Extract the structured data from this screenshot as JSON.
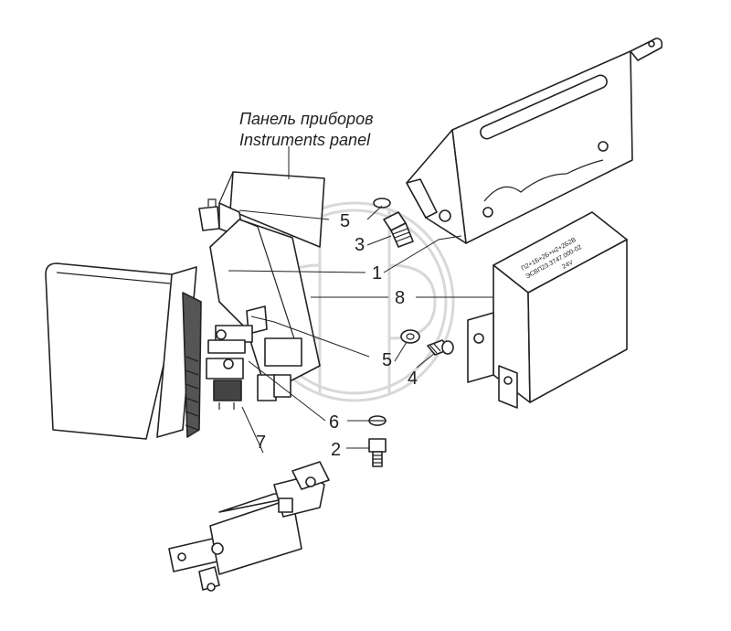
{
  "caption": {
    "line_ru": "Панель приборов",
    "line_en": "Instruments panel"
  },
  "callouts": [
    {
      "id": "5a",
      "text": "5"
    },
    {
      "id": "3",
      "text": "3"
    },
    {
      "id": "1",
      "text": "1"
    },
    {
      "id": "8",
      "text": "8"
    },
    {
      "id": "5b",
      "text": "5"
    },
    {
      "id": "4",
      "text": "4"
    },
    {
      "id": "6",
      "text": "6"
    },
    {
      "id": "2",
      "text": "2"
    },
    {
      "id": "7",
      "text": "7"
    }
  ],
  "unit_label": {
    "line1": "П2+1Б+2Б+н2+2Б2В",
    "line2": "ЭСВП23.3747.000-02",
    "line3": "24V"
  },
  "watermark": {
    "name": "ГР-logo-watermark"
  }
}
